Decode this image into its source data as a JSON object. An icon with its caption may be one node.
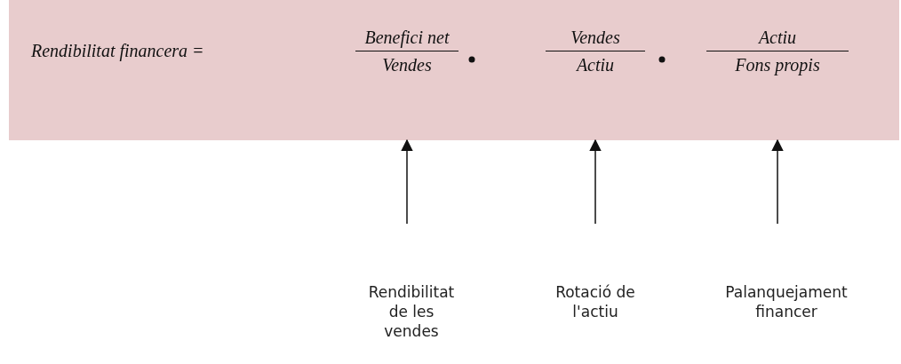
{
  "diagram": {
    "nodes": [
      {
        "text": [
          "Rendibilitat financera ="
        ]
      },
      {
        "text": [
          "Benefici net",
          "Vendes"
        ],
        "in": 0
      },
      {
        "text": [
          "Vendes",
          "Actiu"
        ],
        "in": 0
      },
      {
        "text": [
          "Actiu",
          "Fons propis"
        ],
        "in": 0
      },
      {
        "text": [
          "Rendibilitat de les vendes"
        ]
      },
      {
        "text": [
          "Rotació de l'actiu"
        ]
      },
      {
        "text": [
          "Palanquejament financer"
        ]
      }
    ],
    "edges": [
      {
        "from": 4,
        "to": 1,
        "arrow": "to"
      },
      {
        "from": 5,
        "to": 2,
        "arrow": "to"
      },
      {
        "from": 6,
        "to": 3,
        "arrow": "to"
      }
    ]
  }
}
